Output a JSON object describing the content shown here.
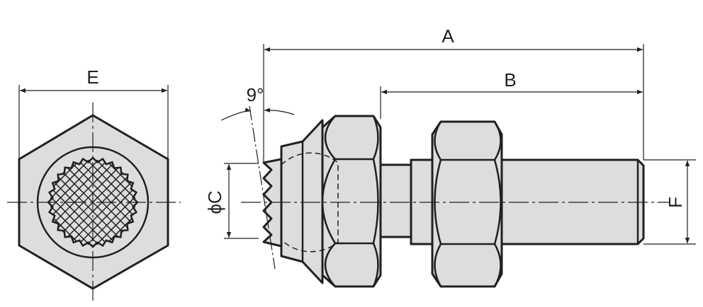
{
  "labels": {
    "A": "A",
    "B": "B",
    "C": "ϕC",
    "E": "E",
    "F": "F",
    "angle": "9°"
  },
  "colors": {
    "part_fill": "#dcdddf",
    "line": "#231f20"
  }
}
